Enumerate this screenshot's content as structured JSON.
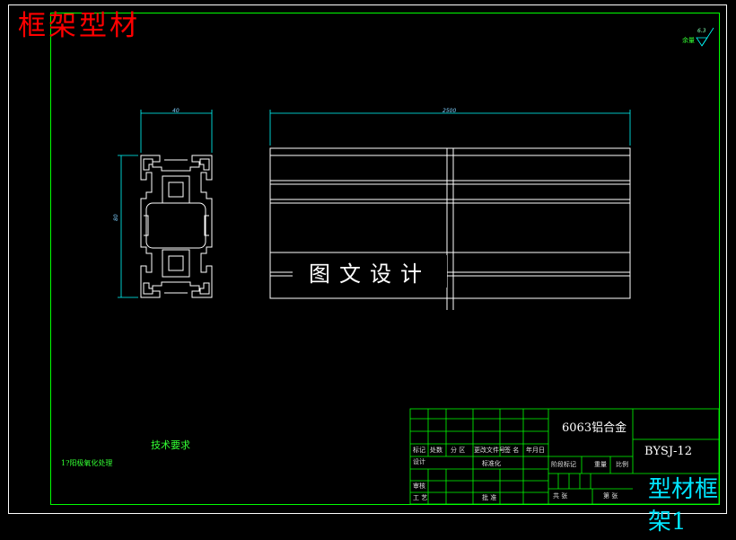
{
  "title": "框架型材",
  "watermark": "图文设计",
  "material": "6063铝合金",
  "drawing_no": "BYSJ-12",
  "part_name_line1": "型材框",
  "part_name_line2": "架1",
  "tech_req_title": "技术要求",
  "tech_req_item": "1?阳极氧化处理",
  "roughness_value": "6.3",
  "roughness_note": "余量",
  "dims": {
    "width": "40",
    "height": "80",
    "length": "2500"
  },
  "titleblock": {
    "mark": "标记",
    "count": "处数",
    "zone": "分 区",
    "change_doc": "更改文件号",
    "sign": "签 名",
    "date": "年月日",
    "design": "设计",
    "standard": "标准化",
    "stage_mark": "阶段标记",
    "weight": "重量",
    "scale": "比例",
    "review": "审核",
    "process": "工 艺",
    "approve": "批 准",
    "sheets_total": "共 张",
    "sheet_no": "第 张"
  },
  "colors": {
    "frame": "#00ff00",
    "outline": "#ffffff",
    "dimension": "#00ffff",
    "title_red": "#ff0000",
    "name_cyan": "#00e5ff"
  }
}
